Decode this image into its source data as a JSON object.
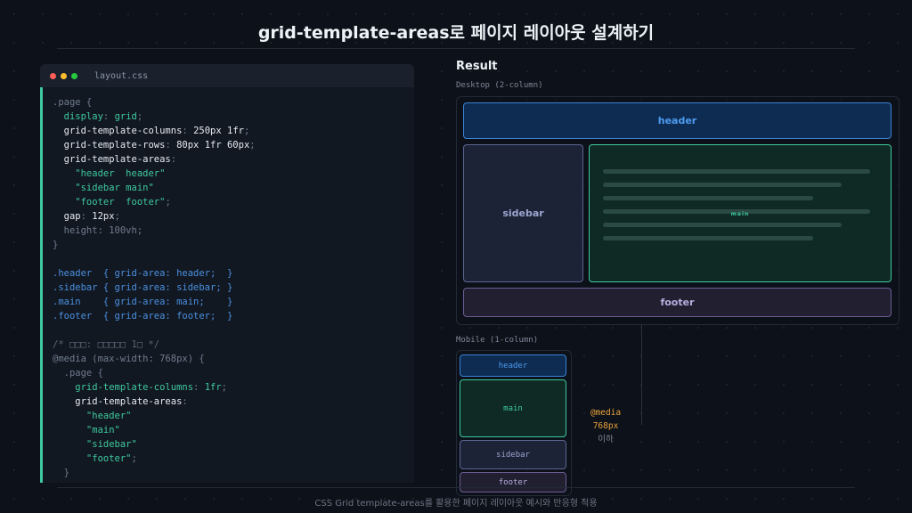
{
  "title": "grid-template-areas로 페이지 레이아웃 설계하기",
  "editor": {
    "file_name": "layout.css",
    "lines": [
      [
        {
          "t": ".page {",
          "c": "c-sel"
        }
      ],
      [
        {
          "t": "  display",
          "c": "c-val"
        },
        {
          "t": ": ",
          "c": "c-punc"
        },
        {
          "t": "grid",
          "c": "c-val"
        },
        {
          "t": ";",
          "c": "c-punc"
        }
      ],
      [
        {
          "t": "  grid-template-columns",
          "c": "c-prop"
        },
        {
          "t": ": ",
          "c": "c-punc"
        },
        {
          "t": "250px 1fr",
          "c": "c-prop"
        },
        {
          "t": ";",
          "c": "c-punc"
        }
      ],
      [
        {
          "t": "  grid-template-rows",
          "c": "c-prop"
        },
        {
          "t": ": ",
          "c": "c-punc"
        },
        {
          "t": "80px 1fr 60px",
          "c": "c-prop"
        },
        {
          "t": ";",
          "c": "c-punc"
        }
      ],
      [
        {
          "t": "  grid-template-areas",
          "c": "c-prop"
        },
        {
          "t": ":",
          "c": "c-punc"
        }
      ],
      [
        {
          "t": "    \"header  header\"",
          "c": "c-val"
        }
      ],
      [
        {
          "t": "    \"sidebar main\"",
          "c": "c-val"
        }
      ],
      [
        {
          "t": "    \"footer  footer\"",
          "c": "c-val"
        },
        {
          "t": ";",
          "c": "c-punc"
        }
      ],
      [
        {
          "t": "  gap",
          "c": "c-prop"
        },
        {
          "t": ": ",
          "c": "c-punc"
        },
        {
          "t": "12px",
          "c": "c-prop"
        },
        {
          "t": ";",
          "c": "c-punc"
        }
      ],
      [
        {
          "t": "  height: 100vh;",
          "c": "c-dim"
        }
      ],
      [
        {
          "t": "}",
          "c": "c-punc"
        }
      ],
      [
        {
          "t": "",
          "c": "c-punc"
        }
      ],
      [
        {
          "t": ".header  { grid-area: header;  }",
          "c": "c-cls"
        }
      ],
      [
        {
          "t": ".sidebar { grid-area: sidebar; }",
          "c": "c-cls"
        }
      ],
      [
        {
          "t": ".main    { grid-area: main;    }",
          "c": "c-cls"
        }
      ],
      [
        {
          "t": ".footer  { grid-area: footer;  }",
          "c": "c-cls"
        }
      ],
      [
        {
          "t": "",
          "c": "c-punc"
        }
      ],
      [
        {
          "t": "/* □□□: □□□□□ 1□ */",
          "c": "c-com"
        }
      ],
      [
        {
          "t": "@media (max-width: 768px) {",
          "c": "c-dim"
        }
      ],
      [
        {
          "t": "  .page {",
          "c": "c-sel"
        }
      ],
      [
        {
          "t": "    grid-template-columns",
          "c": "c-val"
        },
        {
          "t": ": ",
          "c": "c-punc"
        },
        {
          "t": "1fr",
          "c": "c-val"
        },
        {
          "t": ";",
          "c": "c-punc"
        }
      ],
      [
        {
          "t": "    grid-template-areas",
          "c": "c-prop"
        },
        {
          "t": ":",
          "c": "c-punc"
        }
      ],
      [
        {
          "t": "      \"header\"",
          "c": "c-val"
        }
      ],
      [
        {
          "t": "      \"main\"",
          "c": "c-val"
        }
      ],
      [
        {
          "t": "      \"sidebar\"",
          "c": "c-val"
        }
      ],
      [
        {
          "t": "      \"footer\"",
          "c": "c-val"
        },
        {
          "t": ";",
          "c": "c-punc"
        }
      ],
      [
        {
          "t": "  }",
          "c": "c-punc"
        }
      ]
    ]
  },
  "result": {
    "title": "Result",
    "desktop_label": "Desktop (2-column)",
    "mobile_label": "Mobile (1-column)",
    "desktop": {
      "header": "header",
      "sidebar": "sidebar",
      "main": "main",
      "footer": "footer"
    },
    "mobile": {
      "header": "header",
      "main": "main",
      "sidebar": "sidebar",
      "footer": "footer"
    },
    "media_note": {
      "line1": "@media",
      "line2": "768px",
      "line3": "이하"
    }
  },
  "footer_caption": "CSS Grid template-areas를 활용한 페이지 레이아웃 예시와 반응형 적용"
}
